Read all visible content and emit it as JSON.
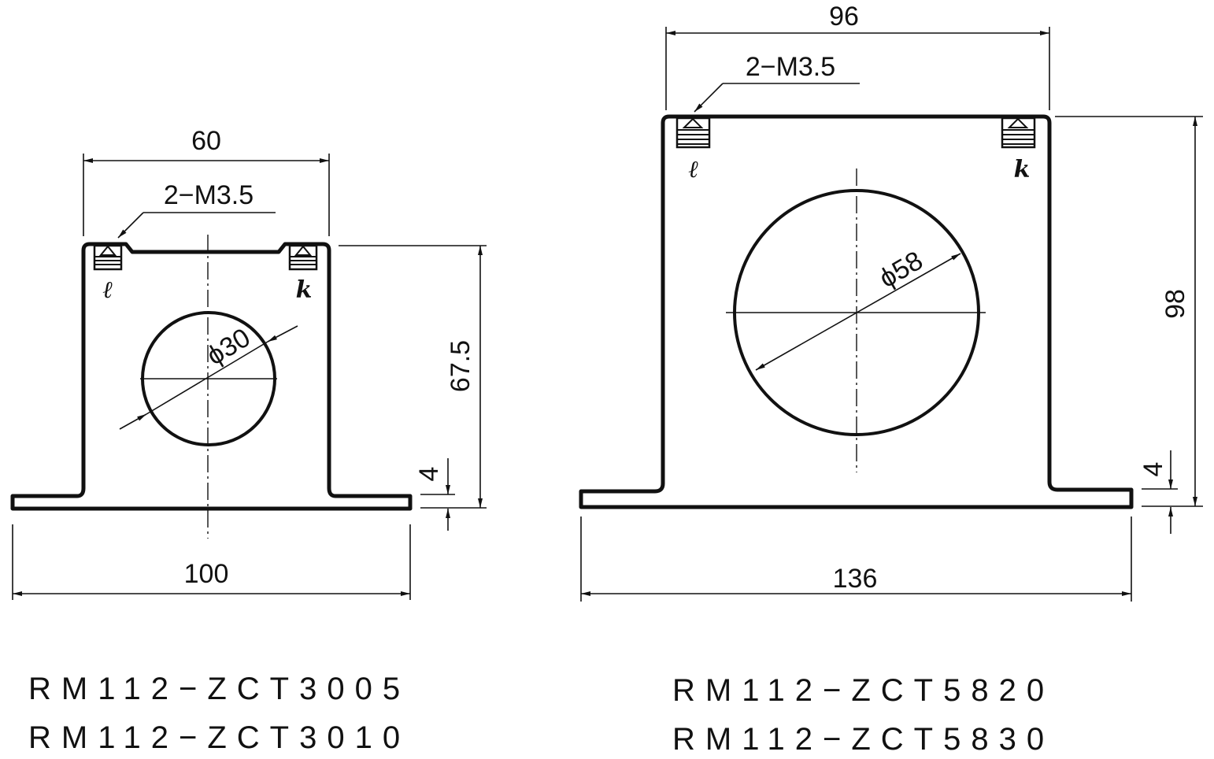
{
  "left_drawing": {
    "dim_width_top": "60",
    "dim_width_bottom": "100",
    "dim_height": "67.5",
    "dim_base": "4",
    "screw_callout": "2−M3.5",
    "hole_diameter": "ϕ30",
    "terminal_l": "ℓ",
    "terminal_k": "k",
    "models": [
      "RM112−ZCT3005",
      "RM112−ZCT3010"
    ]
  },
  "right_drawing": {
    "dim_width_top": "96",
    "dim_width_bottom": "136",
    "dim_height": "98",
    "dim_base": "4",
    "screw_callout": "2−M3.5",
    "hole_diameter": "ϕ58",
    "terminal_l": "ℓ",
    "terminal_k": "k",
    "models": [
      "RM112−ZCT5820",
      "RM112−ZCT5830"
    ]
  }
}
